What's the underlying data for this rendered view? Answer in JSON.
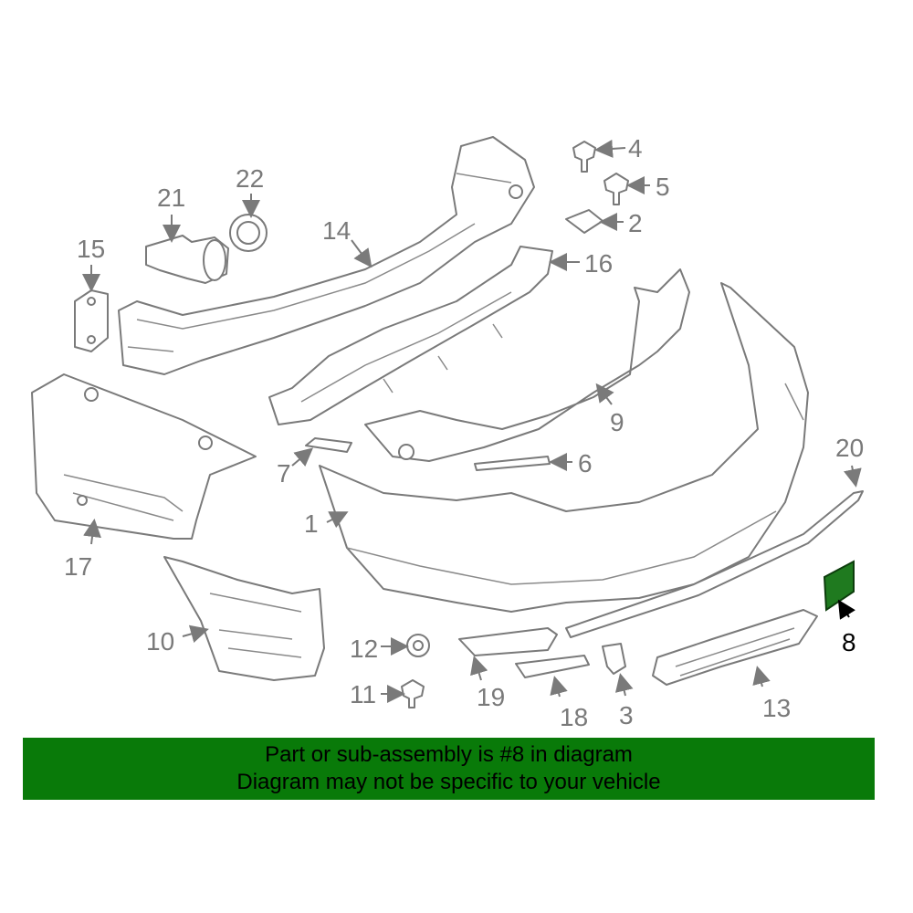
{
  "callouts": {
    "c1": "1",
    "c2": "2",
    "c3": "3",
    "c4": "4",
    "c5": "5",
    "c6": "6",
    "c7": "7",
    "c8": "8",
    "c9": "9",
    "c10": "10",
    "c11": "11",
    "c12": "12",
    "c13": "13",
    "c14": "14",
    "c15": "15",
    "c16": "16",
    "c17": "17",
    "c18": "18",
    "c19": "19",
    "c20": "20",
    "c21": "21",
    "c22": "22"
  },
  "highlighted_part": "8",
  "colors": {
    "banner": "#097a09",
    "highlight": "#1f7a1f",
    "line": "#7a7a7a"
  },
  "banner": {
    "line1": "Part or sub-assembly is #8 in diagram",
    "line2": "Diagram may not be specific to your vehicle"
  }
}
